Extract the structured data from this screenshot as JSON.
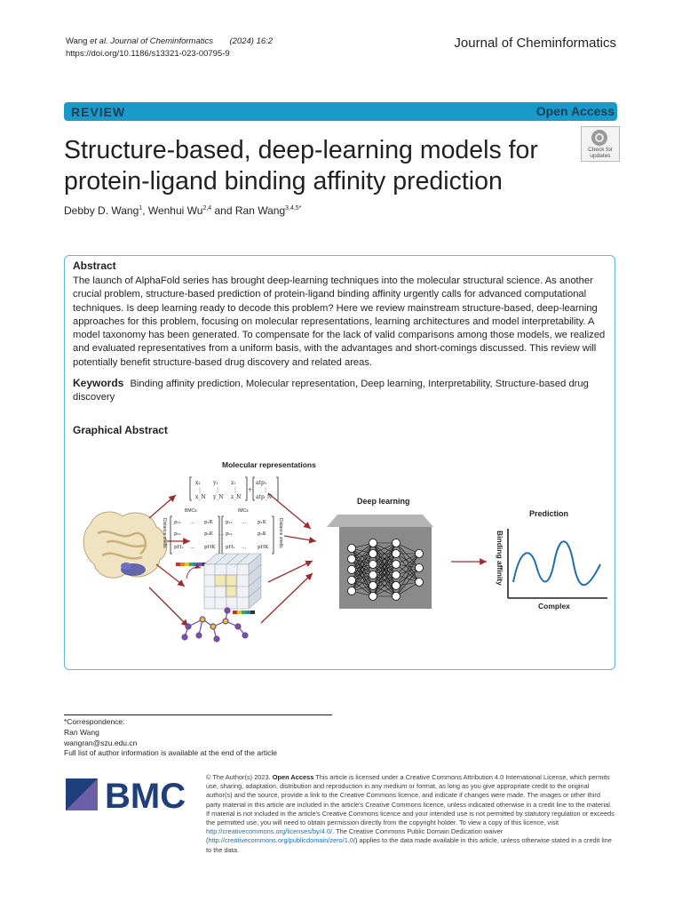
{
  "header": {
    "citation_authors": "Wang",
    "citation_etal": "et al.",
    "citation_journal": "Journal of Cheminformatics",
    "citation_volume": "(2024) 16:2",
    "doi": "https://doi.org/10.1186/s13321-023-00795-9",
    "journal_name": "Journal of Cheminformatics"
  },
  "article_type": "REVIEW",
  "open_access": "Open Access",
  "check_updates": [
    "Check for",
    "updates"
  ],
  "title": "Structure-based, deep-learning models for protein-ligand binding affinity prediction",
  "authors": [
    {
      "name": "Debby D. Wang",
      "aff": "1",
      "sep": ", "
    },
    {
      "name": "Wenhui Wu",
      "aff": "2,4",
      "sep": " and "
    },
    {
      "name": "Ran Wang",
      "aff": "3,4,5*",
      "sep": ""
    }
  ],
  "abstract": {
    "heading": "Abstract",
    "text": "The launch of AlphaFold series has brought deep-learning techniques into the molecular structural science. As another crucial problem, structure-based prediction of protein-ligand binding affinity urgently calls for advanced computational techniques. Is deep learning ready to decode this problem? Here we review mainstream structure-based, deep-learning approaches for this problem, focusing on molecular representations, learning architectures and model interpretability. A model taxonomy has been generated. To compensate for the lack of valid comparisons among those models, we realized and evaluated representatives from a uniform basis, with the advantages and short-comings discussed. This review will potentially benefit structure-based drug discovery and related areas.",
    "keywords_label": "Keywords",
    "keywords": "Binding affinity prediction, Molecular representation, Deep learning, Interpretability, Structure-based drug discovery",
    "graphical_heading": "Graphical Abstract"
  },
  "figure": {
    "mol_rep_title": "Molecular representations",
    "deep_learning_title": "Deep learning",
    "prediction_title": "Prediction",
    "ylabel": "Binding affinity",
    "xlabel": "Complex",
    "bmcs": "BMCs",
    "imcs": "IMCs",
    "distance_shells": "Distance shells",
    "matrix_coords": {
      "x1": "x₁",
      "y1": "y₁",
      "z1": "z₁",
      "xn": "x_N",
      "yn": "y_N",
      "zn": "z_N",
      "atp1": "atp₁",
      "atpn": "atp_N"
    }
  },
  "footnote": {
    "correspondence_label": "*Correspondence:",
    "name": "Ran Wang",
    "email": "wangran@szu.edu.cn",
    "more": "Full list of author information is available at the end of the article"
  },
  "publisher": {
    "logo_text": "BMC",
    "logo_color": "#1e3f7a",
    "logo_accent": "#6b5fa8"
  },
  "license": {
    "prefix": "© The Author(s) 2023.",
    "oa": "Open Access",
    "text1": "This article is licensed under a Creative Commons Attribution 4.0 International License, which permits use, sharing, adaptation, distribution and reproduction in any medium or format, as long as you give appropriate credit to the original author(s) and the source, provide a link to the Creative Commons licence, and indicate if changes were made. The images or other third party material in this article are included in the article's Creative Commons licence, unless indicated otherwise in a credit line to the material. If material is not included in the article's Creative Commons licence and your intended use is not permitted by statutory regulation or exceeds the permitted use, you will need to obtain permission directly from the copyright holder. To view a copy of this licence, visit",
    "link1": "http://creativecommons.org/licenses/by/4.0/",
    "text2": ". The Creative Commons Public Domain Dedication waiver (",
    "link2": "http://creativecommons.org/publicdomain/zero/1.0/",
    "text3": ") applies to the data made available in this article, unless otherwise stated in a credit line to the data."
  },
  "colors": {
    "accent": "#1a9ac8",
    "box_border": "#5db8d8",
    "arrow": "#9e2a2a",
    "nn_box": "#8a8a8a",
    "curve": "#1f6fa8"
  }
}
